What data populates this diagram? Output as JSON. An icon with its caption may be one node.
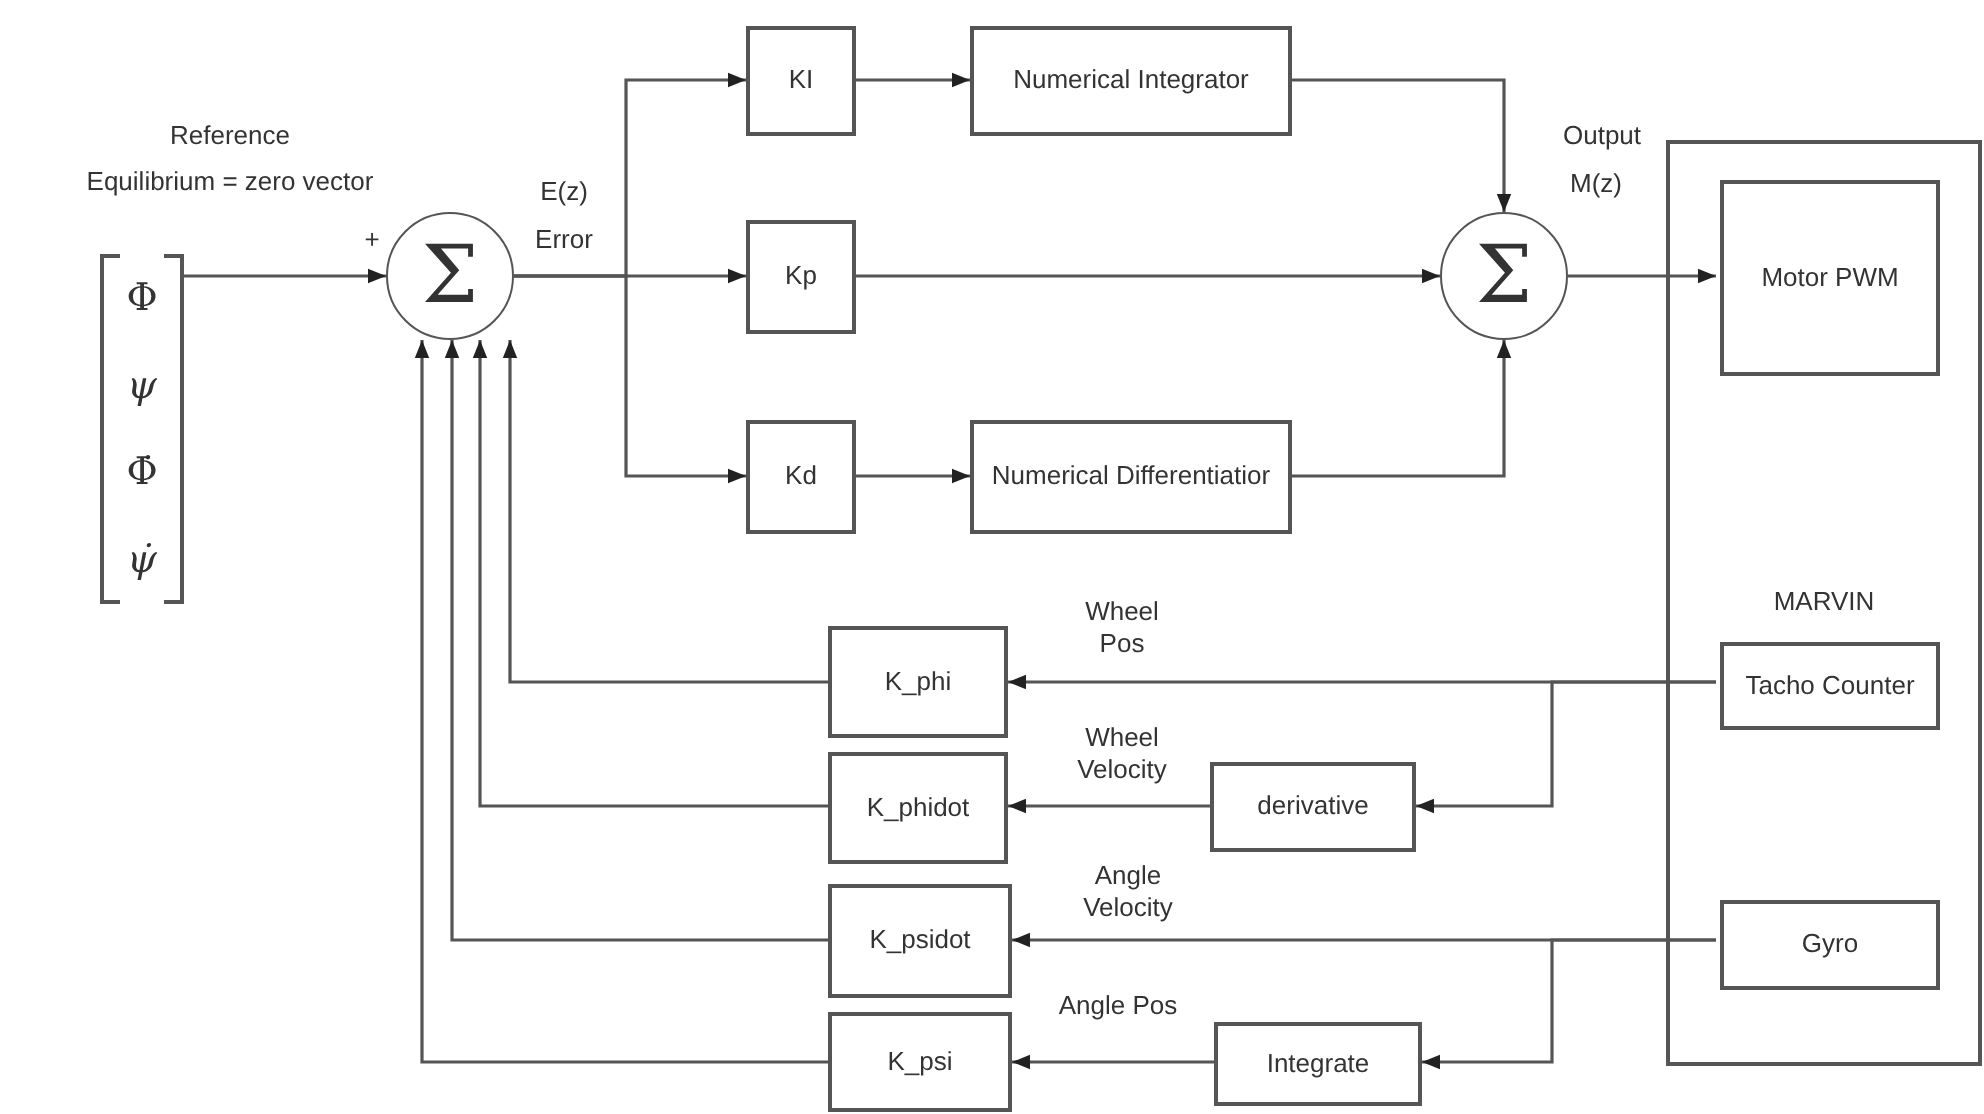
{
  "diagram": {
    "nodes": [
      {
        "text": [
          "Φ",
          "ψ",
          "Φ̇",
          "ψ̇"
        ]
      },
      {
        "text": [
          "Σ"
        ]
      },
      {
        "text": [
          "KI"
        ]
      },
      {
        "text": [
          "Numerical Integrator"
        ]
      },
      {
        "text": [
          "Kp"
        ]
      },
      {
        "text": [
          "Σ"
        ]
      },
      {
        "text": [
          "Kd"
        ]
      },
      {
        "text": [
          "Numerical Differentiatior"
        ]
      },
      {
        "text": [
          "MARVIN"
        ]
      },
      {
        "text": [
          "Motor PWM"
        ],
        "in": 8
      },
      {
        "text": [
          "Tacho Counter"
        ],
        "in": 8
      },
      {
        "text": [
          "Gyro"
        ],
        "in": 8
      },
      {
        "text": [
          "K_phi"
        ]
      },
      {
        "text": [
          "K_phidot"
        ]
      },
      {
        "text": [
          "K_psidot"
        ]
      },
      {
        "text": [
          "K_psi"
        ]
      },
      {
        "text": [
          "derivative"
        ]
      },
      {
        "text": [
          "Integrate"
        ]
      }
    ],
    "edges": [
      {
        "from": 0,
        "to": 1,
        "arrow": "to"
      },
      {
        "from": 1,
        "to": 2,
        "arrow": "to"
      },
      {
        "from": 1,
        "to": 4,
        "arrow": "to"
      },
      {
        "from": 1,
        "to": 6,
        "arrow": "to"
      },
      {
        "from": 2,
        "to": 3,
        "arrow": "to"
      },
      {
        "from": 6,
        "to": 7,
        "arrow": "to"
      },
      {
        "from": 3,
        "to": 5,
        "arrow": "to"
      },
      {
        "from": 4,
        "to": 5,
        "arrow": "to"
      },
      {
        "from": 7,
        "to": 5,
        "arrow": "to"
      },
      {
        "from": 5,
        "to": 9,
        "arrow": "to"
      },
      {
        "from": 10,
        "to": 12,
        "arrow": "to",
        "label": "Wheel Pos"
      },
      {
        "from": 10,
        "to": 16,
        "arrow": "to"
      },
      {
        "from": 16,
        "to": 13,
        "arrow": "to",
        "label": "Wheel Velocity"
      },
      {
        "from": 11,
        "to": 14,
        "arrow": "to",
        "label": "Angle Velocity"
      },
      {
        "from": 11,
        "to": 17,
        "arrow": "to"
      },
      {
        "from": 17,
        "to": 15,
        "arrow": "to",
        "label": "Angle Pos"
      },
      {
        "from": 12,
        "to": 1,
        "arrow": "to"
      },
      {
        "from": 13,
        "to": 1,
        "arrow": "to"
      },
      {
        "from": 14,
        "to": 1,
        "arrow": "to"
      },
      {
        "from": 15,
        "to": 1,
        "arrow": "to"
      }
    ],
    "labels": [
      "Reference",
      "Equilibrium = zero vector",
      "+",
      "E(z)",
      "Error",
      "Output",
      "M(z)"
    ]
  }
}
